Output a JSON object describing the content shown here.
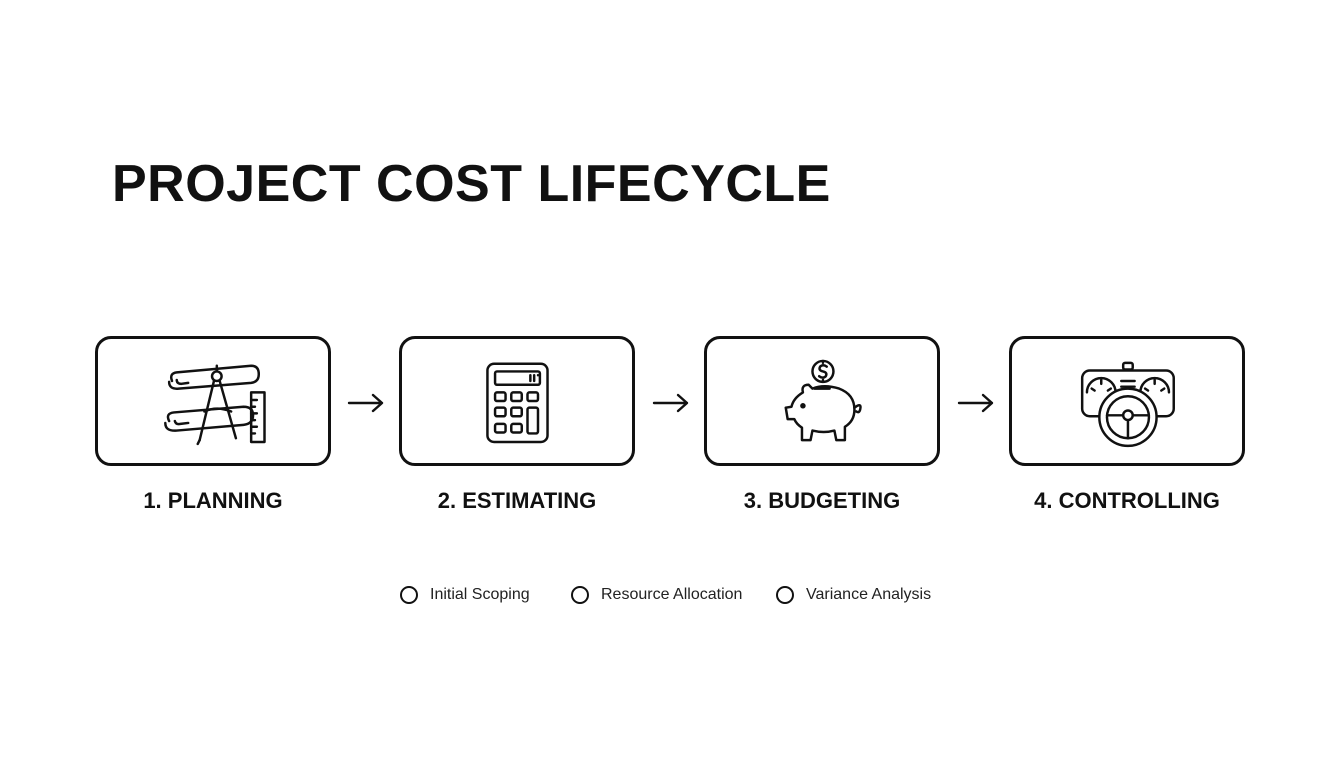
{
  "title": "PROJECT COST LIFECYCLE",
  "steps": [
    {
      "label": "1. PLANNING",
      "icon": "blueprint-compass-ruler-icon"
    },
    {
      "label": "2. ESTIMATING",
      "icon": "calculator-icon"
    },
    {
      "label": "3. BUDGETING",
      "icon": "piggy-bank-icon"
    },
    {
      "label": "4. CONTROLLING",
      "icon": "dashboard-steering-wheel-icon"
    }
  ],
  "legend": [
    {
      "label": "Initial Scoping"
    },
    {
      "label": "Resource Allocation"
    },
    {
      "label": "Variance Analysis"
    }
  ],
  "colors": {
    "stroke": "#111111",
    "background": "#ffffff"
  }
}
